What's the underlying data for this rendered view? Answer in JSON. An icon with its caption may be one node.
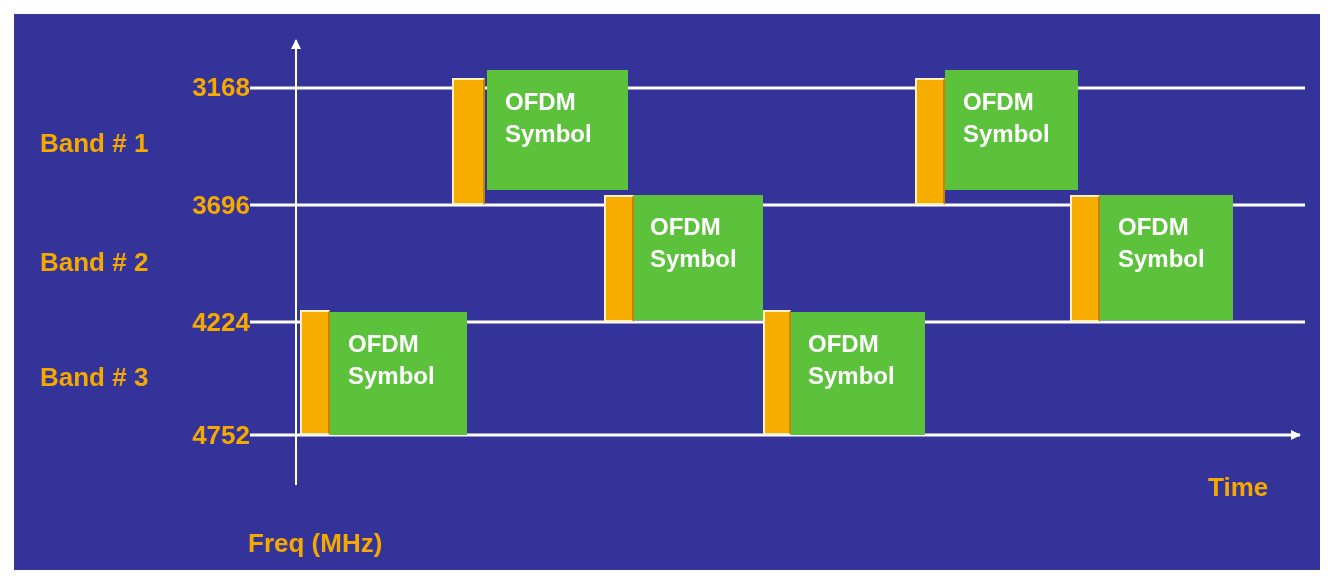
{
  "diagram": {
    "nodes": [
      {
        "text": [
          "OFDM Symbol"
        ]
      },
      {
        "text": [
          "OFDM Symbol"
        ]
      },
      {
        "text": [
          "OFDM Symbol"
        ]
      },
      {
        "text": [
          "OFDM Symbol"
        ]
      },
      {
        "text": [
          "OFDM Symbol"
        ]
      },
      {
        "text": [
          "OFDM Symbol"
        ]
      }
    ],
    "edges": [],
    "labels": [
      "3168",
      "Band # 1",
      "3696",
      "Band # 2",
      "4224",
      "Band # 3",
      "4752",
      "Time",
      "Freq (MHz)"
    ]
  }
}
